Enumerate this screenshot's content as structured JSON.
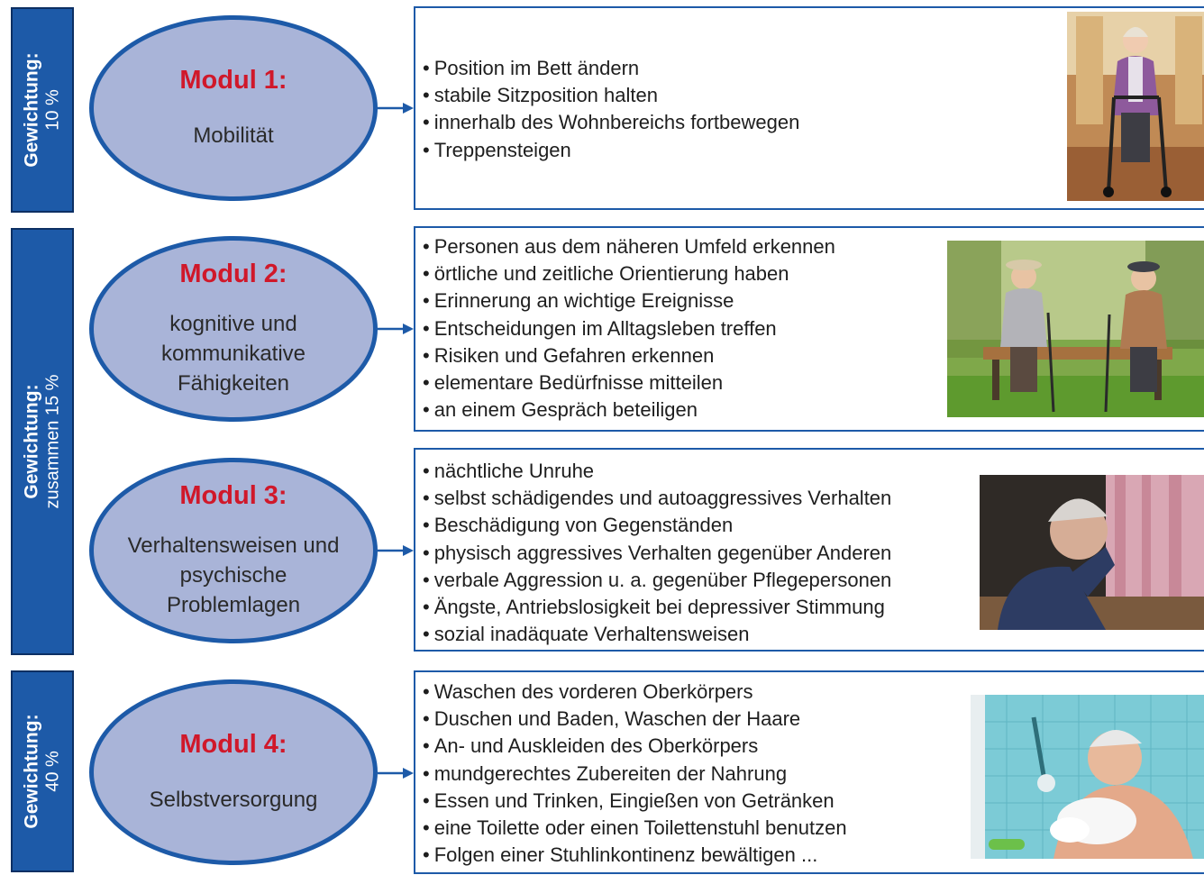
{
  "weights": [
    {
      "title": "Gewichtung:",
      "value": "10 %"
    },
    {
      "title": "Gewichtung:",
      "value": "zusammen 15 %"
    },
    {
      "title": "Gewichtung:",
      "value": "40 %"
    }
  ],
  "modules": [
    {
      "title": "Modul 1:",
      "subtitle": "Mobilität",
      "items": [
        "Position im Bett ändern",
        "stabile Sitzposition halten",
        "innerhalb des Wohnbereichs fortbewegen",
        "Treppensteigen"
      ]
    },
    {
      "title": "Modul 2:",
      "subtitle": "kognitive und kommunikative Fähigkeiten",
      "items": [
        "Personen aus dem näheren Umfeld erkennen",
        "örtliche und zeitliche Orientierung haben",
        "Erinnerung an wichtige Ereignisse",
        "Entscheidungen im Alltagsleben treffen",
        "Risiken und Gefahren erkennen",
        "elementare Bedürfnisse mitteilen",
        "an einem Gespräch beteiligen"
      ]
    },
    {
      "title": "Modul 3:",
      "subtitle": "Verhaltensweisen und psychische Problemlagen",
      "items": [
        "nächtliche Unruhe",
        "selbst schädigendes und autoaggressives Verhalten",
        "Beschädigung von Gegenständen",
        "physisch aggressives Verhalten gegenüber Anderen",
        "verbale Aggression u. a. gegenüber Pflegepersonen",
        "Ängste, Antriebslosigkeit bei depressiver Stimmung",
        "sozial inadäquate Verhaltensweisen"
      ]
    },
    {
      "title": "Modul 4:",
      "subtitle": "Selbstversorgung",
      "items": [
        "Waschen des vorderen Oberkörpers",
        "Duschen und Baden, Waschen der Haare",
        "An- und Auskleiden des Oberkörpers",
        "mundgerechtes Zubereiten der Nahrung",
        "Essen und Trinken, Eingießen von Getränken",
        "eine Toilette oder einen Toilettenstuhl benutzen",
        "Folgen einer Stuhlinkontinenz bewältigen ..."
      ]
    }
  ],
  "colors": {
    "weight_bar": "#1d5aa8",
    "ellipse_fill": "#a9b4d8",
    "ellipse_border": "#1d5aa8",
    "module_title": "#d0182a",
    "box_border": "#1d5aa8"
  }
}
